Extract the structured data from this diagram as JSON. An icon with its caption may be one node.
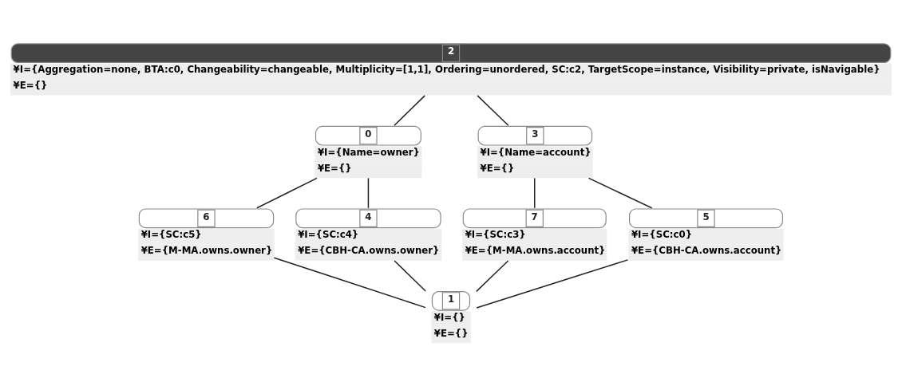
{
  "diagram": {
    "nodes": [
      {
        "text": [
          "2",
          "¥I={Aggregation=none, BTA:c0, Changeability=changeable, Multiplicity=[1,1], Ordering=unordered, SC:c2, TargetScope=instance, Visibility=private, isNavigable}",
          "¥E={}"
        ]
      },
      {
        "text": [
          "0",
          "¥I={Name=owner}",
          "¥E={}"
        ]
      },
      {
        "text": [
          "3",
          "¥I={Name=account}",
          "¥E={}"
        ]
      },
      {
        "text": [
          "6",
          "¥I={SC:c5}",
          "¥E={M-MA.owns.owner}"
        ]
      },
      {
        "text": [
          "7",
          "¥I={SC:c3}",
          "¥E={M-MA.owns.account}"
        ]
      },
      {
        "text": [
          "4",
          "¥I={SC:c4}",
          "¥E={CBH-CA.owns.owner}"
        ]
      },
      {
        "text": [
          "5",
          "¥I={SC:c0}",
          "¥E={CBH-CA.owns.account}"
        ]
      },
      {
        "text": [
          "1",
          "¥I={}",
          "¥E={}"
        ]
      }
    ],
    "edges": [
      {
        "from": 0,
        "to": 1,
        "arrow": "none"
      },
      {
        "from": 0,
        "to": 2,
        "arrow": "none"
      },
      {
        "from": 1,
        "to": 5,
        "arrow": "none"
      },
      {
        "from": 1,
        "to": 3,
        "arrow": "none"
      },
      {
        "from": 2,
        "to": 6,
        "arrow": "none"
      },
      {
        "from": 2,
        "to": 4,
        "arrow": "none"
      },
      {
        "from": 5,
        "to": 7,
        "arrow": "none"
      },
      {
        "from": 3,
        "to": 7,
        "arrow": "none"
      },
      {
        "from": 6,
        "to": 7,
        "arrow": "none"
      },
      {
        "from": 4,
        "to": 7,
        "arrow": "none"
      }
    ]
  }
}
